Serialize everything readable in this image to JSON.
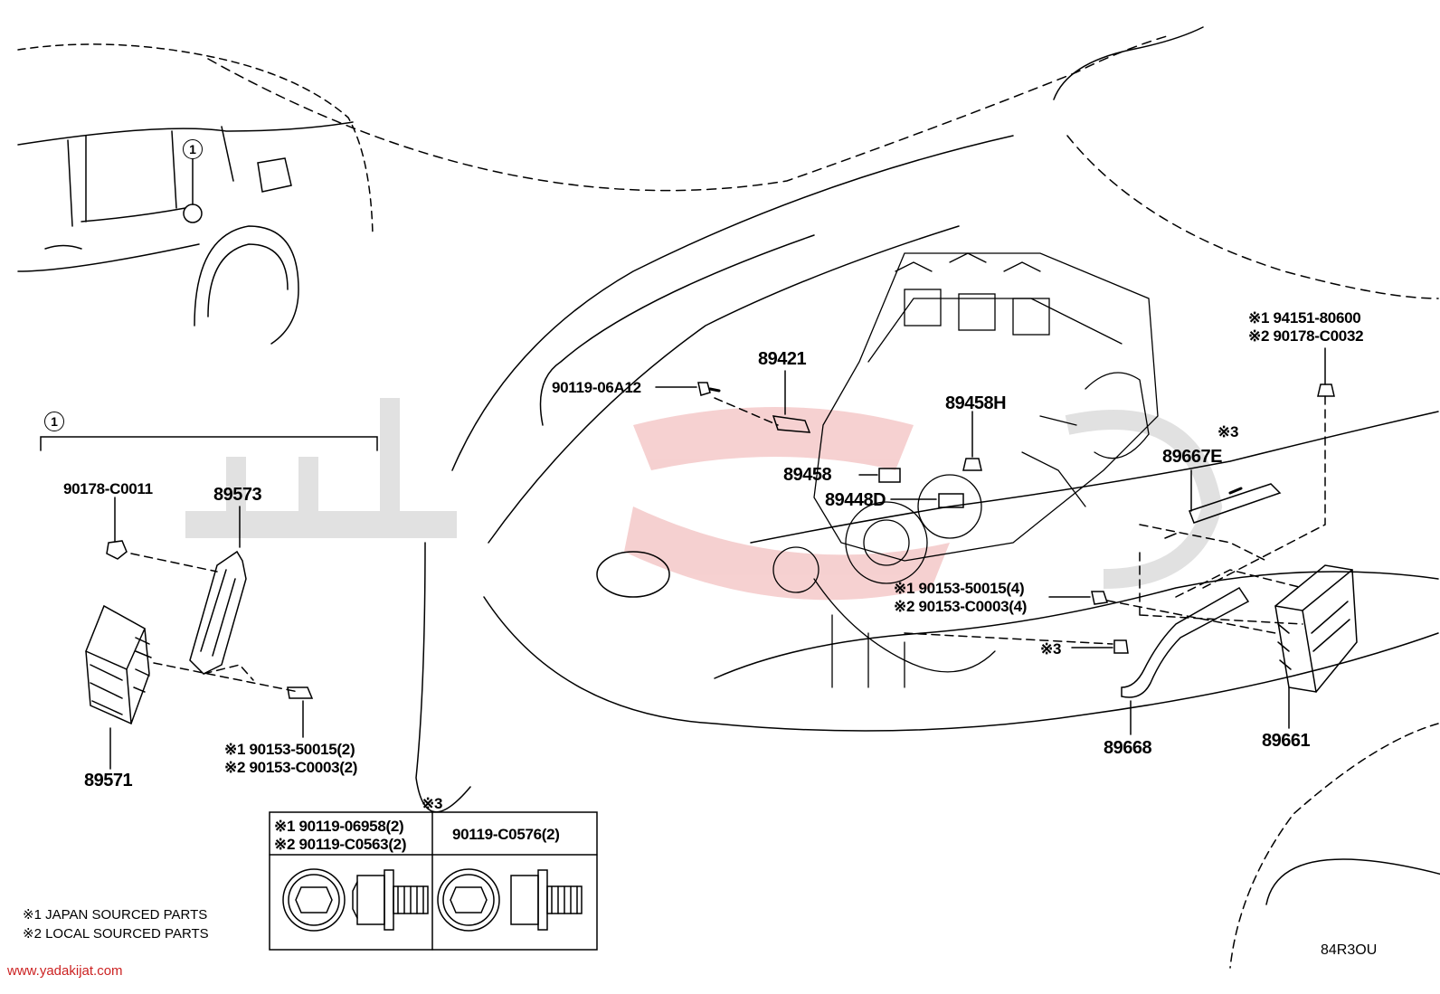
{
  "callout_number": "1",
  "parts": {
    "p89421": "89421",
    "p89458H": "89458H",
    "p89458": "89458",
    "p89448D": "89448D",
    "p89667E": "89667E",
    "p89668": "89668",
    "p89661": "89661",
    "p89573": "89573",
    "p89571": "89571",
    "bolt_90119_06A12": "90119-06A12",
    "nut_90178_C0011": "90178-C0011"
  },
  "notes": {
    "top_right_1": "※1 94151-80600",
    "top_right_2": "※2 90178-C0032",
    "mark3_a": "※3",
    "mark3_b": "※3",
    "mark3_table": "※3",
    "center_1": "※1 90153-50015(4)",
    "center_2": "※2 90153-C0003(4)",
    "left_1": "※1 90153-50015(2)",
    "left_2": "※2 90153-C0003(2)"
  },
  "table": {
    "col1_line1": "※1 90119-06958(2)",
    "col1_line2": "※2 90119-C0563(2)",
    "col2_line1": "90119-C0576(2)"
  },
  "legend": {
    "line1": "※1 JAPAN SOURCED PARTS",
    "line2": "※2 LOCAL SOURCED PARTS"
  },
  "diagram_code": "84R3OU",
  "watermark_url": "www.yadakijat.com",
  "colors": {
    "watermark": "#d9d9d9",
    "watermark_red": "#f2c9c9",
    "url": "#cc2222"
  }
}
